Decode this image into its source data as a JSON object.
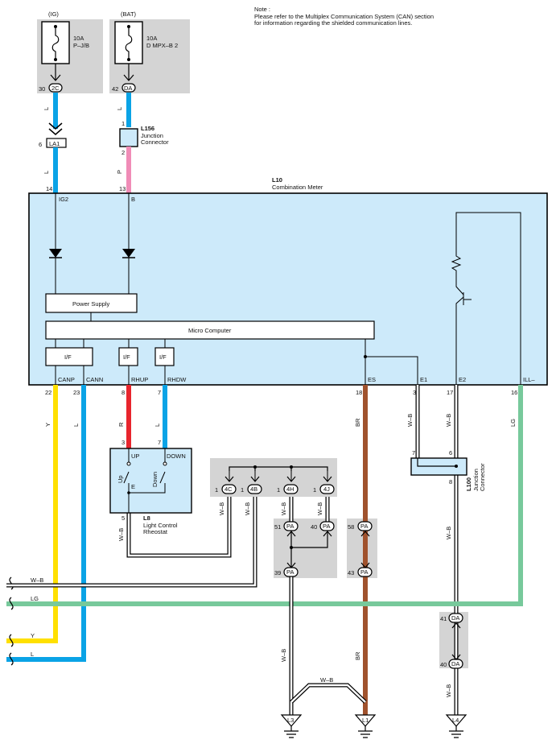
{
  "note": {
    "title": "Note :",
    "line1": "Please refer to the Multiplex Communication System (CAN) section",
    "line2": "for information regarding the shielded communication lines."
  },
  "fuses": {
    "ig": {
      "source": "(IG)",
      "rating": "10A",
      "name": "P–J/B",
      "pin": "30",
      "connector": "2C"
    },
    "bat": {
      "source": "(BAT)",
      "rating": "10A",
      "name": "D MPX–B 2",
      "pin": "42",
      "connector": "DA"
    }
  },
  "wires_top": {
    "ig_color": "L",
    "bat_color": "L",
    "ig_lower": "L",
    "bat_lower": "P"
  },
  "la1": {
    "pin": "6",
    "label": "LA1"
  },
  "l156": {
    "id": "L156",
    "name_line1": "Junction",
    "name_line2": "Connector",
    "pin_top": "1",
    "pin_bottom": "2"
  },
  "meter": {
    "id": "L10",
    "name": "Combination Meter",
    "pin_ig2": "14",
    "pin_b": "13",
    "term_ig2": "IG2",
    "term_b": "B",
    "power_supply": "Power Supply",
    "micro_computer": "Micro Computer",
    "if_label": "I/F",
    "terminals": [
      {
        "name": "CANP",
        "pin": "22",
        "wire": "Y"
      },
      {
        "name": "CANN",
        "pin": "23",
        "wire": "L"
      },
      {
        "name": "RHUP",
        "pin": "8",
        "wire": "R"
      },
      {
        "name": "RHDW",
        "pin": "7",
        "wire": "L"
      },
      {
        "name": "ES",
        "pin": "18",
        "wire": "BR"
      },
      {
        "name": "E1",
        "pin": "3",
        "wire": "W–B"
      },
      {
        "name": "E2",
        "pin": "17",
        "wire": "W–B"
      },
      {
        "name": "ILL–",
        "pin": "16",
        "wire": "LG"
      }
    ]
  },
  "l8": {
    "id": "L8",
    "name_line1": "Light Control",
    "name_line2": "Rheostat",
    "pin_up": "3",
    "pin_down": "7",
    "pin_e": "5",
    "up": "UP",
    "down": "DOWN",
    "e": "E",
    "sw_up": "Up",
    "sw_down": "Down",
    "wire_e": "W–B"
  },
  "l100": {
    "id": "L100",
    "name_line1": "Junction",
    "name_line2": "Connector",
    "pin_left": "7",
    "pin_right": "6",
    "pin_bottom": "8",
    "wire_below": "W–B"
  },
  "ground_block": {
    "connectors": [
      {
        "pin": "1",
        "conn": "4C",
        "wire": "W–B"
      },
      {
        "pin": "1",
        "conn": "4B",
        "wire": "W–B"
      },
      {
        "pin": "1",
        "conn": "4H",
        "wire": "W–B"
      },
      {
        "pin": "1",
        "conn": "4J",
        "wire": "W–B"
      }
    ],
    "pa51": {
      "pin": "51",
      "conn": "PA"
    },
    "pa40": {
      "pin": "40",
      "conn": "PA"
    },
    "pa39": {
      "pin": "39",
      "conn": "PA"
    },
    "pa58": {
      "pin": "58",
      "conn": "PA"
    },
    "pa43": {
      "pin": "43",
      "conn": "PA"
    },
    "da41": {
      "pin": "41",
      "conn": "DA"
    },
    "da40": {
      "pin": "40",
      "conn": "DA"
    }
  },
  "left_wires": [
    {
      "label": "W–B"
    },
    {
      "label": "LG"
    },
    {
      "label": "Y"
    },
    {
      "label": "L"
    }
  ],
  "lower_wires": {
    "wb_l3": "W–B",
    "wb_cross": "W–B",
    "br_l1": "BR",
    "wb_l4": "W–B"
  },
  "grounds": {
    "l3": "L3",
    "l1": "L1",
    "l4": "L4"
  },
  "colors": {
    "blue": "#0aa3e6",
    "pink": "#f08cb7",
    "red": "#e8252d",
    "yellow": "#ffe000",
    "brown": "#a0522d",
    "green": "#77c99b",
    "box_fill": "#cdeafa",
    "gray_fill": "#d4d4d4"
  }
}
